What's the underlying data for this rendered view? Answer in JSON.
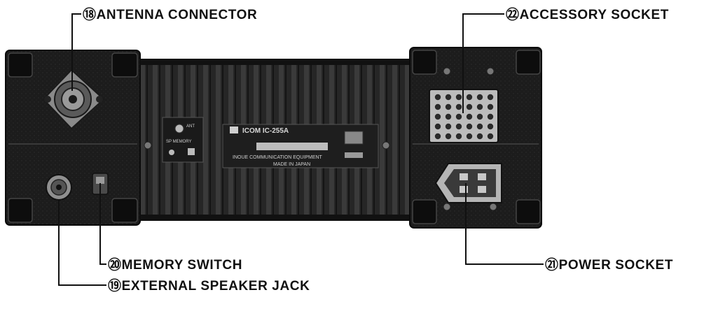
{
  "callouts": [
    {
      "number": "⑱",
      "text": "ANTENNA CONNECTOR"
    },
    {
      "number": "⑲",
      "text": "EXTERNAL SPEAKER JACK"
    },
    {
      "number": "⑳",
      "text": "MEMORY SWITCH"
    },
    {
      "number": "㉑",
      "text": "POWER SOCKET"
    },
    {
      "number": "㉒",
      "text": "ACCESSORY SOCKET"
    }
  ],
  "panel_text": {
    "brand_model": "ICOM IC-255A",
    "ant_label": "ANT",
    "memory_label": "SP MEMORY",
    "maker_line": "INOUE COMMUNICATION EQUIPMENT",
    "country_line": "MADE IN JAPAN"
  },
  "colors": {
    "chassis": "#1c1c1c",
    "heatsink_fin": "#333333",
    "ink": "#111111",
    "background": "#ffffff"
  }
}
